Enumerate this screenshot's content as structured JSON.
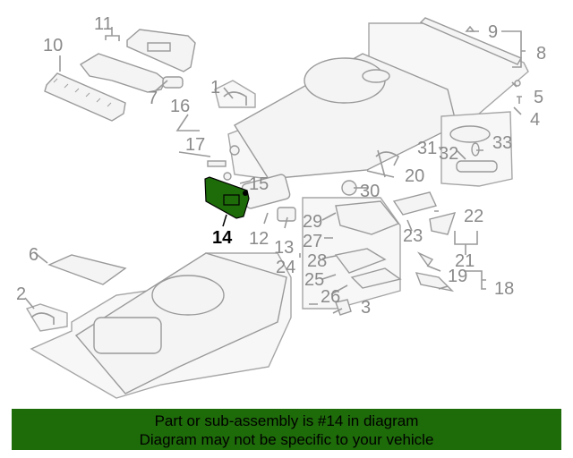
{
  "diagram": {
    "highlighted_part": "14",
    "highlight_color": "#1e6b0a",
    "callouts": [
      "1",
      "2",
      "3",
      "4",
      "5",
      "6",
      "7",
      "8",
      "9",
      "10",
      "11",
      "12",
      "13",
      "14",
      "15",
      "16",
      "17",
      "18",
      "19",
      "20",
      "21",
      "22",
      "23",
      "24",
      "25",
      "26",
      "27",
      "28",
      "29",
      "30",
      "31",
      "32",
      "33"
    ]
  },
  "banner": {
    "line1": "Part or sub-assembly is #14 in diagram",
    "line2": "Diagram may not be specific to your vehicle",
    "color": "#1e6b0a"
  }
}
